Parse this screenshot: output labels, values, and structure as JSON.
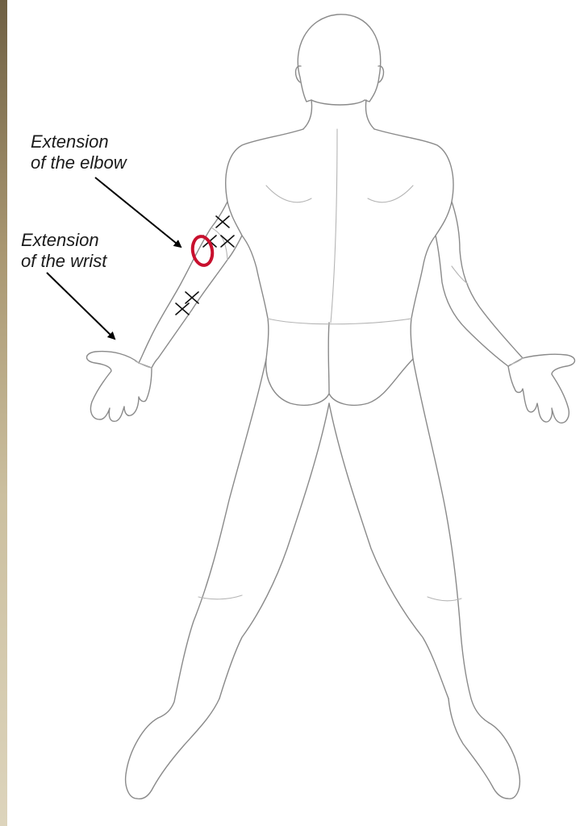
{
  "labels": {
    "elbow": {
      "line1": "Extension",
      "line2": "of the elbow"
    },
    "wrist": {
      "line1": "Extension",
      "line2": "of the wrist"
    }
  },
  "colors": {
    "outline": "#8a8a8a",
    "detail": "#b5b5b5",
    "arrow": "#000000",
    "marker_circle": "#c8102e",
    "page_edge": "#a89670"
  },
  "markers": {
    "cross_count": 5,
    "circle_count": 1
  }
}
